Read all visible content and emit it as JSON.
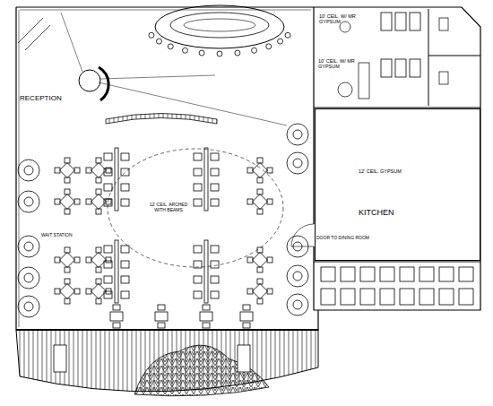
{
  "diagram": {
    "nodes": [
      {
        "text": [
          "12' CEIL. GYPSUM",
          "KITCHEN"
        ]
      },
      {
        "text": [
          "10' CEIL. W/ MR GYPSUM"
        ]
      },
      {
        "text": [
          "10' CEIL. W/ MR GYPSUM"
        ]
      }
    ],
    "labels": [
      "RECEPTION",
      "WAIT STATION",
      "12' CEIL. ARCHED WITH BEAMS",
      "DOOR TO DINING ROOM"
    ]
  }
}
